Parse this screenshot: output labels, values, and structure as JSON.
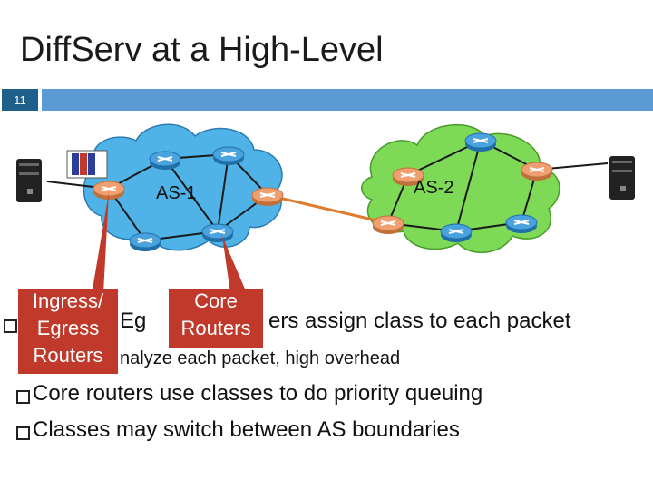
{
  "slide": {
    "title": "DiffServ at a High-Level",
    "number": "11"
  },
  "network": {
    "as1_label": "AS-1",
    "as2_label": "AS-2"
  },
  "callouts": {
    "ingress_egress": [
      "Ingress/",
      "Egress",
      "Routers"
    ],
    "core": [
      "Core",
      "Routers"
    ]
  },
  "bullets": [
    {
      "text": "Ingress/Egress routers assign class to each packet",
      "visible_fragment": "Eg",
      "visible_tail": "ers assign class to each packet"
    },
    {
      "text": "Must analyze each packet, high overhead",
      "visible_fragment": "nalyze each packet, high overhead",
      "level": 2
    },
    {
      "text": "Core routers use classes to do priority queuing"
    },
    {
      "text": "Classes may switch between AS boundaries"
    }
  ],
  "colors": {
    "slide_number_bg": "#1f5f8b",
    "stripe": "#5b9bd5",
    "as1_cloud": "#4fb3e8",
    "as2_cloud": "#7ed957",
    "callout": "#c0392b",
    "inter_as_link": "#e07b2b"
  }
}
